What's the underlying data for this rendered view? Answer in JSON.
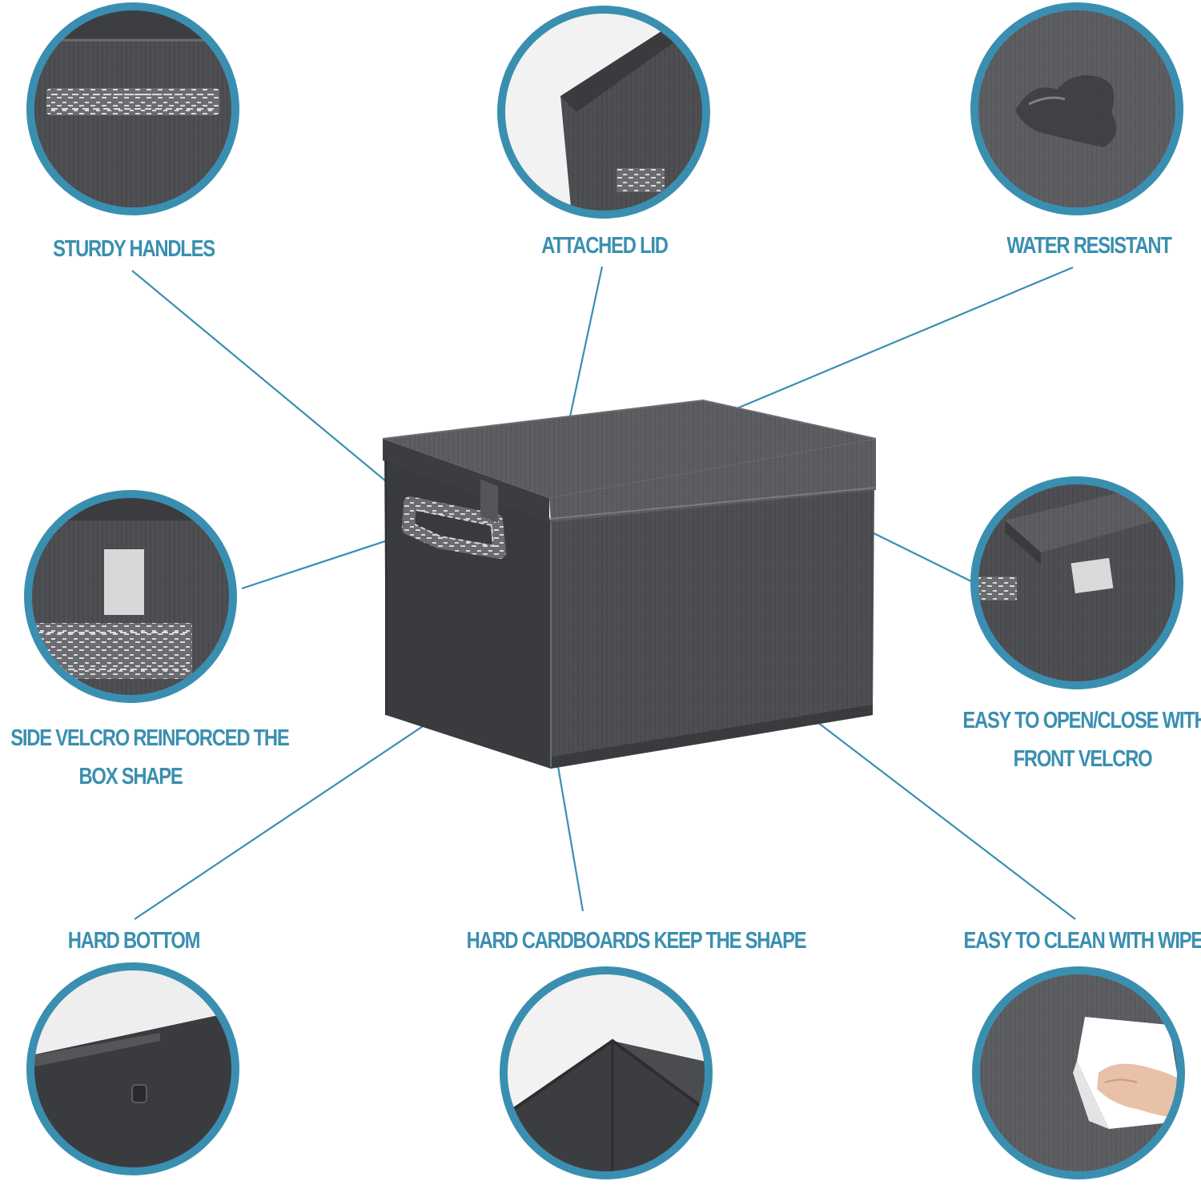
{
  "accent_color": "#3a8fb0",
  "fabric_color": "#4a4b4f",
  "features": {
    "sturdy_handles": "STURDY HANDLES",
    "attached_lid": "ATTACHED LID",
    "water_resistant": "WATER RESISTANT",
    "side_velcro_line1": "SIDE VELCRO REINFORCED THE",
    "side_velcro_line2": "BOX SHAPE",
    "front_velcro_line1": "EASY TO OPEN/CLOSE WITH",
    "front_velcro_line2": "FRONT VELCRO",
    "hard_bottom": "HARD BOTTOM",
    "hard_cardboards": "HARD CARDBOARDS KEEP THE SHAPE",
    "easy_clean": "EASY TO CLEAN WITH WIPES"
  }
}
